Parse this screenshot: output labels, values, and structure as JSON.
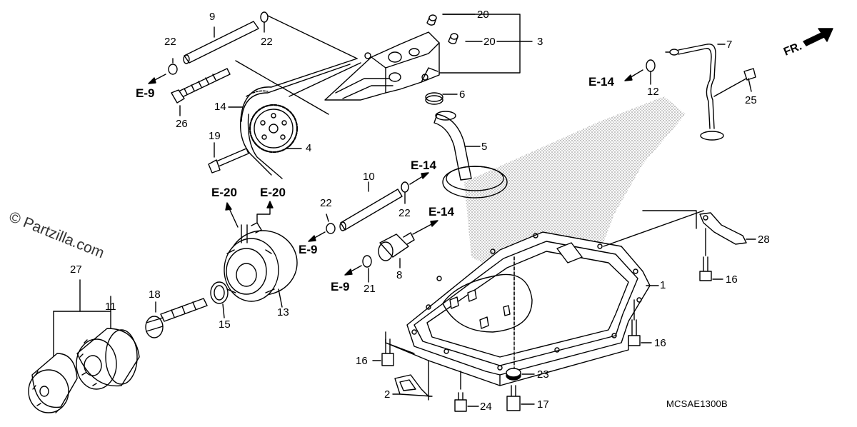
{
  "labels": {
    "p1": "1",
    "p2": "2",
    "p3": "3",
    "p4": "4",
    "p5": "5",
    "p6": "6",
    "p7": "7",
    "p8": "8",
    "p9": "9",
    "p10": "10",
    "p11": "11",
    "p12": "12",
    "p13": "13",
    "p14": "14",
    "p15": "15",
    "p16a": "16",
    "p16b": "16",
    "p16c": "16",
    "p17": "17",
    "p18": "18",
    "p19": "19",
    "p20a": "20",
    "p20b": "20",
    "p21": "21",
    "p22a": "22",
    "p22b": "22",
    "p22c": "22",
    "p22d": "22",
    "p23": "23",
    "p24": "24",
    "p25": "25",
    "p26": "26",
    "p27": "27",
    "p28": "28"
  },
  "refs": {
    "e9a": "E-9",
    "e9b": "E-9",
    "e9c": "E-9",
    "e14a": "E-14",
    "e14b": "E-14",
    "e14c": "E-14",
    "e20a": "E-20",
    "e20b": "E-20"
  },
  "front_marker": "FR.",
  "diagram_code": "MCSAE1300B",
  "watermark": "© Partzilla.com"
}
